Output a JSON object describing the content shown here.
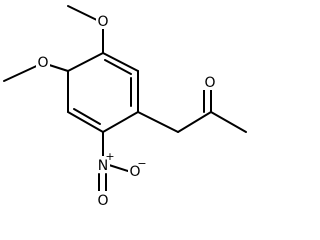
{
  "structure": {
    "atoms": {
      "o_methoxy_top": "O",
      "o_methoxy_left": "O",
      "o_ketone": "O",
      "n_nitro": "N",
      "nitro_n_charge": "+",
      "o_nitro_side": "O",
      "o_nitro_side_charge": "−",
      "o_nitro_bottom": "O"
    }
  }
}
